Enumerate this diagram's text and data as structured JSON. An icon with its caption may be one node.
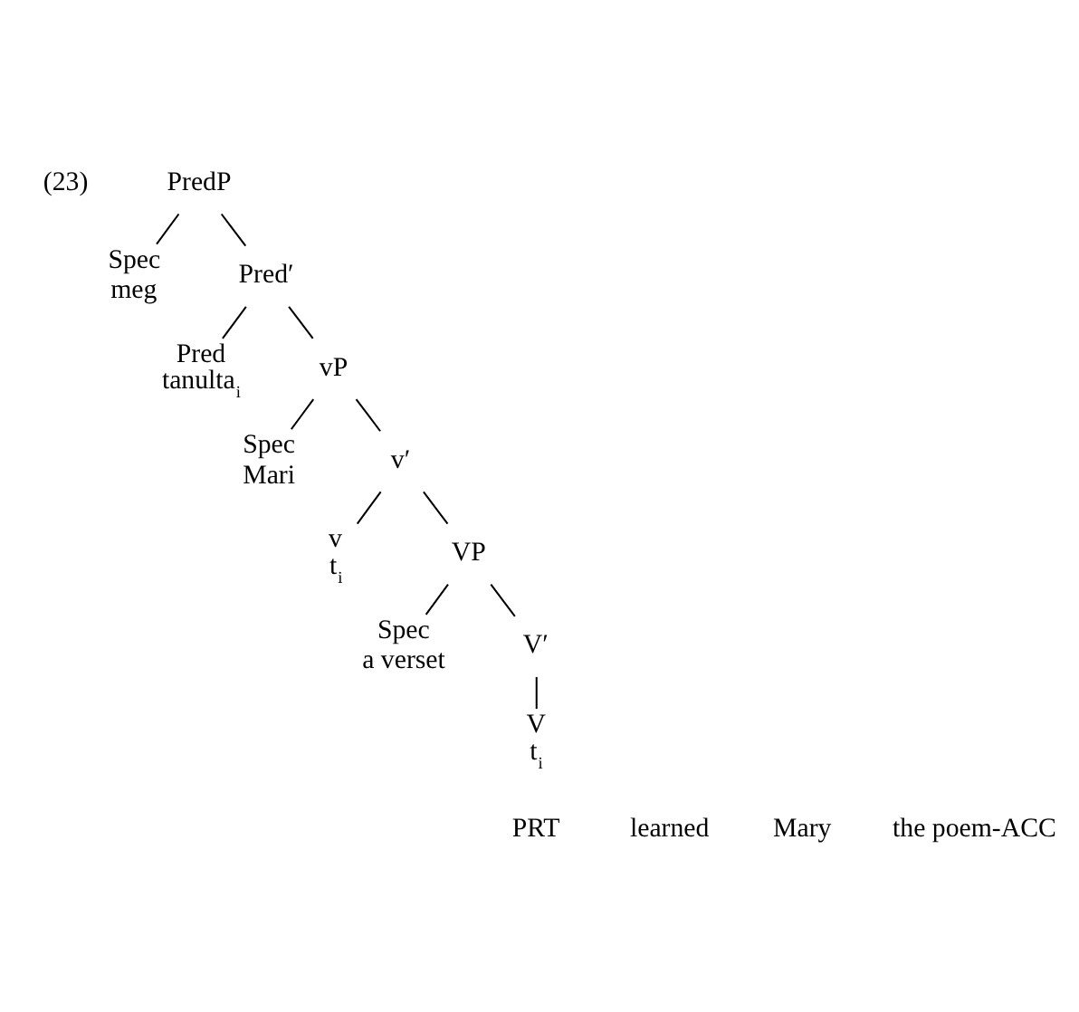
{
  "diagram": {
    "nodes": [
      {
        "text": [
          "PredP"
        ]
      },
      {
        "text": [
          "Spec",
          "meg"
        ]
      },
      {
        "text": [
          "Pred′"
        ]
      },
      {
        "text": [
          "Pred",
          "tanulta$_{i}$"
        ]
      },
      {
        "text": [
          "vP"
        ]
      },
      {
        "text": [
          "Spec",
          "Mari"
        ]
      },
      {
        "text": [
          "v′"
        ]
      },
      {
        "text": [
          "v",
          "t$_{i}$"
        ]
      },
      {
        "text": [
          "VP"
        ]
      },
      {
        "text": [
          "Spec",
          "a verset"
        ]
      },
      {
        "text": [
          "V′"
        ]
      },
      {
        "text": [
          "V",
          "t$_{i}$"
        ]
      }
    ],
    "edges": [
      {
        "from": 0,
        "to": 1,
        "arrow": "none"
      },
      {
        "from": 0,
        "to": 2,
        "arrow": "none"
      },
      {
        "from": 2,
        "to": 3,
        "arrow": "none"
      },
      {
        "from": 2,
        "to": 4,
        "arrow": "none"
      },
      {
        "from": 4,
        "to": 5,
        "arrow": "none"
      },
      {
        "from": 4,
        "to": 6,
        "arrow": "none"
      },
      {
        "from": 6,
        "to": 7,
        "arrow": "none"
      },
      {
        "from": 6,
        "to": 8,
        "arrow": "none"
      },
      {
        "from": 8,
        "to": 9,
        "arrow": "none"
      },
      {
        "from": 8,
        "to": 10,
        "arrow": "none"
      },
      {
        "from": 10,
        "to": 11,
        "arrow": "none"
      }
    ],
    "labels": [
      "(23)",
      "PRT",
      "learned",
      "Mary",
      "the poem-ACC"
    ]
  }
}
